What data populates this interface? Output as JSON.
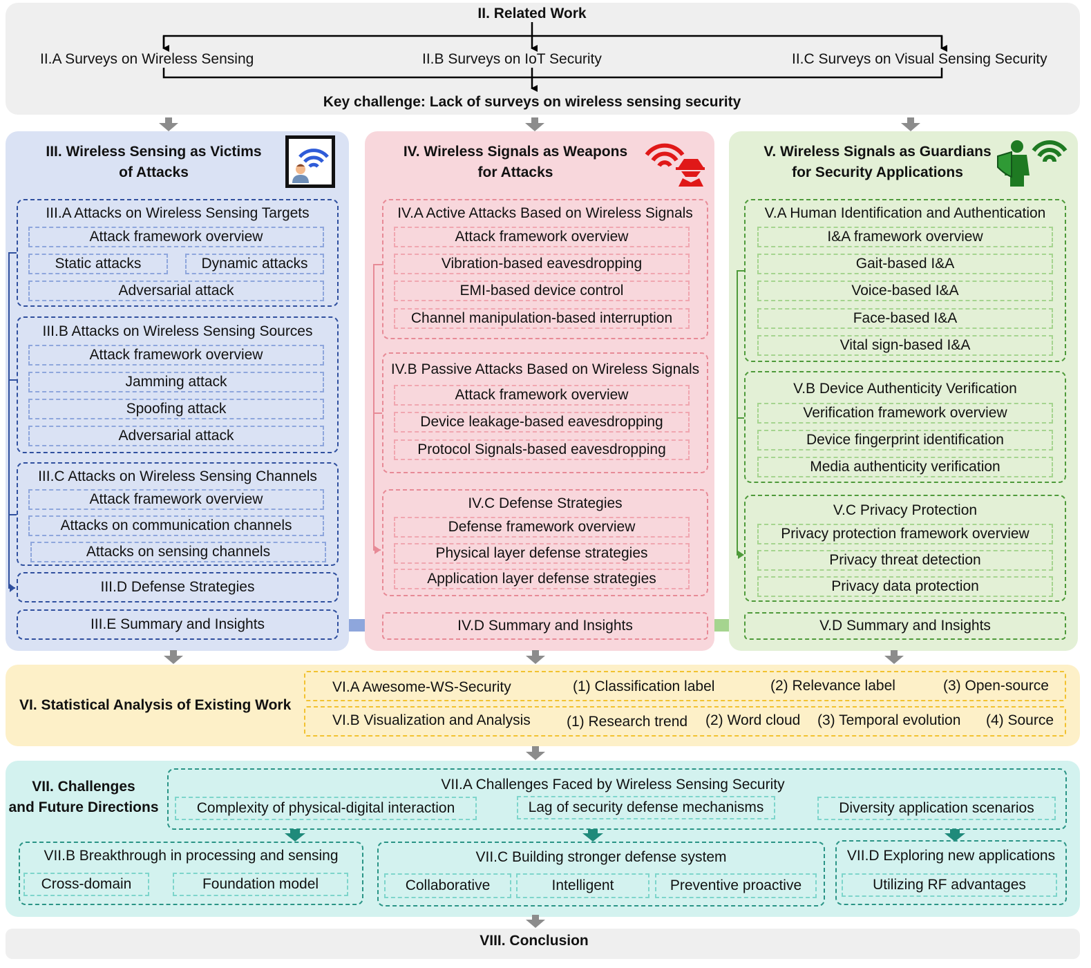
{
  "related_work": {
    "title": "II. Related Work",
    "a": "II.A Surveys on Wireless Sensing",
    "b": "II.B Surveys on IoT Security",
    "c": "II.C Surveys on Visual Sensing Security",
    "challenge": "Key challenge: Lack of surveys on wireless sensing security"
  },
  "victims": {
    "title_line1": "III. Wireless Sensing as Victims",
    "title_line2": "of Attacks",
    "icon": "wifi-person-icon",
    "a": {
      "title": "III.A Attacks on Wireless Sensing Targets",
      "i1": "Attack framework overview",
      "i2": "Static attacks",
      "i3": "Dynamic attacks",
      "i4": "Adversarial attack"
    },
    "b": {
      "title": "III.B Attacks on Wireless Sensing Sources",
      "i1": "Attack framework overview",
      "i2": "Jamming attack",
      "i3": "Spoofing attack",
      "i4": "Adversarial attack"
    },
    "c": {
      "title": "III.C Attacks on Wireless Sensing Channels",
      "i1": "Attack framework overview",
      "i2": "Attacks on communication channels",
      "i3": "Attacks on sensing channels"
    },
    "d": "III.D Defense Strategies",
    "e": "III.E Summary and Insights"
  },
  "weapons": {
    "title_line1": "IV. Wireless Signals as Weapons",
    "title_line2": "for Attacks",
    "icon": "wifi-hacker-icon",
    "a": {
      "title": "IV.A Active Attacks Based on Wireless Signals",
      "i1": "Attack framework overview",
      "i2": "Vibration-based eavesdropping",
      "i3": "EMI-based device control",
      "i4": "Channel manipulation-based interruption"
    },
    "b": {
      "title": "IV.B Passive Attacks Based on Wireless Signals",
      "i1": "Attack framework overview",
      "i2": "Device leakage-based eavesdropping",
      "i3": "Protocol Signals-based eavesdropping"
    },
    "c": {
      "title": "IV.C Defense Strategies",
      "i1": "Defense framework overview",
      "i2": "Physical layer defense strategies",
      "i3": "Application layer defense strategies"
    },
    "d": "IV.D Summary and Insights"
  },
  "guardians": {
    "title_line1": "V. Wireless Signals as Guardians",
    "title_line2": "for Security Applications",
    "icon": "shield-guard-wifi-icon",
    "a": {
      "title": "V.A Human Identification and Authentication",
      "i1": "I&A framework overview",
      "i2": "Gait-based I&A",
      "i3": "Voice-based I&A",
      "i4": "Face-based I&A",
      "i5": "Vital sign-based I&A"
    },
    "b": {
      "title": "V.B Device Authenticity Verification",
      "i1": "Verification framework overview",
      "i2": "Device fingerprint identification",
      "i3": "Media authenticity verification"
    },
    "c": {
      "title": "V.C Privacy Protection",
      "i1": "Privacy protection framework overview",
      "i2": "Privacy threat detection",
      "i3": "Privacy data protection"
    },
    "d": "V.D Summary and Insights"
  },
  "statistical": {
    "title": "VI. Statistical Analysis of Existing Work",
    "a": {
      "label": "VI.A Awesome-WS-Security",
      "p1": "(1) Classification label",
      "p2": "(2) Relevance label",
      "p3": "(3) Open-source"
    },
    "b": {
      "label": "VI.B Visualization and Analysis",
      "p1": "(1) Research trend",
      "p2": "(2) Word cloud",
      "p3": "(3) Temporal evolution",
      "p4": "(4) Source"
    }
  },
  "challenges": {
    "title_line1": "VII. Challenges",
    "title_line2": "and Future Directions",
    "a": {
      "title": "VII.A Challenges Faced by Wireless Sensing Security",
      "i1": "Complexity of physical-digital interaction",
      "i2": "Lag of security defense mechanisms",
      "i3": "Diversity application scenarios"
    },
    "b": {
      "title": "VII.B Breakthrough in processing and sensing",
      "i1": "Cross-domain",
      "i2": "Foundation model"
    },
    "c": {
      "title": "VII.C Building stronger defense system",
      "i1": "Collaborative",
      "i2": "Intelligent",
      "i3": "Preventive proactive"
    },
    "d": {
      "title": "VII.D Exploring new applications",
      "i1": "Utilizing RF advantages"
    }
  },
  "conclusion": "VIII. Conclusion",
  "colors": {
    "gray_panel": "#efefef",
    "blue_panel": "#dae2f4",
    "blue_border": "#2f4f9e",
    "blue_inner": "#8ea6dc",
    "red_panel": "#f8d7dc",
    "red_border": "#e78a96",
    "red_inner": "#f0a6b0",
    "green_panel": "#e3f0d6",
    "green_border": "#4e9a3a",
    "green_inner": "#a5d48f",
    "yellow_panel": "#fdf0c8",
    "yellow_border": "#f2c230",
    "teal_panel": "#d3f2ef",
    "teal_border": "#2a9486",
    "teal_inner": "#7dd5cb",
    "teal_arrow": "#1f8a7a"
  }
}
